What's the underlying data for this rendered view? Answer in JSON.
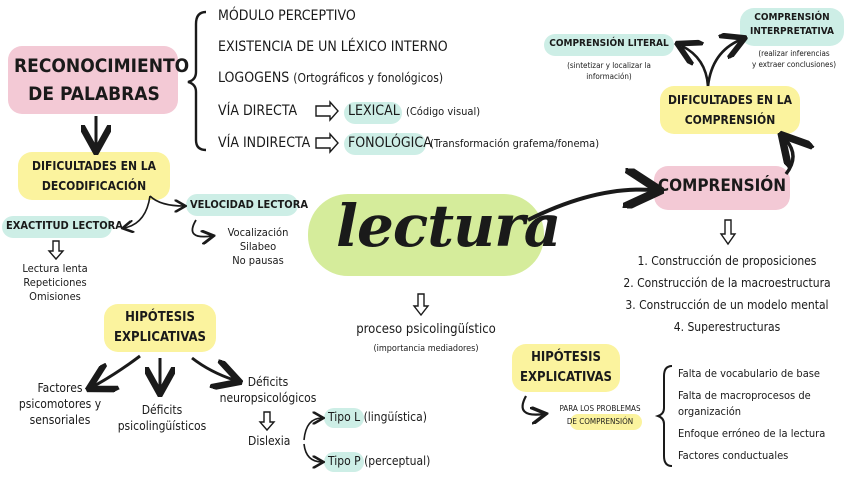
{
  "reconocimiento": {
    "title_line1": "RECONOCIMIENTO",
    "title_line2": "DE PALABRAS",
    "items": [
      "MÓDULO PERCEPTIVO",
      "EXISTENCIA DE UN LÉXICO INTERNO",
      "LOGOGENS"
    ],
    "logogens_note": "(Ortográficos y fonológicos)",
    "via_directa": {
      "label": "VÍA DIRECTA",
      "target": "LEXICAL",
      "note": "(Código visual)"
    },
    "via_indirecta": {
      "label": "VÍA INDIRECTA",
      "target": "FONOLÓGICA",
      "note": "(Transformación grafema/fonema)"
    }
  },
  "decodificacion": {
    "title_line1": "DIFICULTADES EN LA",
    "title_line2": "DECODIFICACIÓN",
    "exactitud": {
      "title": "EXACTITUD LECTORA",
      "items": [
        "Lectura lenta",
        "Repeticiones",
        "Omisiones"
      ]
    },
    "velocidad": {
      "title": "VELOCIDAD LECTORA",
      "items": [
        "Vocalización",
        "Silabeo",
        "No pausas"
      ]
    }
  },
  "hipotesis_left": {
    "title_line1": "HIPÓTESIS",
    "title_line2": "EXPLICATIVAS",
    "branch1": [
      "Factores",
      "psicomotores y",
      "sensoriales"
    ],
    "branch2": [
      "Déficits",
      "psicolingüísticos"
    ],
    "branch3": [
      "Déficits",
      "neuropsicológicos"
    ],
    "dislexia": "Dislexia",
    "tipo_l": {
      "label": "Tipo L",
      "note": "(lingüística)"
    },
    "tipo_p": {
      "label": "Tipo P",
      "note": "(perceptual)"
    }
  },
  "center": {
    "word": "lectura",
    "proceso": "proceso psicolingüístico",
    "proceso_note": "(importancia mediadores)"
  },
  "comprension": {
    "title": "COMPRENSIÓN",
    "list": [
      "1. Construcción de proposiciones",
      "2. Construcción de la macroestructura",
      "3. Construcción de un modelo mental",
      "4. Superestructuras"
    ],
    "dificultades_line1": "DIFICULTADES EN LA",
    "dificultades_line2": "COMPRENSIÓN",
    "literal": {
      "title": "COMPRENSIÓN LITERAL",
      "note_line1": "(sintetizar y localizar la",
      "note_line2": "información)"
    },
    "interpretativa": {
      "title_line1": "COMPRENSIÓN",
      "title_line2": "INTERPRETATIVA",
      "note_line1": "(realizar inferencias",
      "note_line2": "y extraer conclusiones)"
    }
  },
  "hipotesis_right": {
    "title_line1": "HIPÓTESIS",
    "title_line2": "EXPLICATIVAS",
    "sub_line1": "PARA LOS PROBLEMAS",
    "sub_prefix": "DE",
    "sub_highlight": "COMPRENSIÓN",
    "factors": [
      "Falta de vocabulario de base",
      "Falta de macroprocesos de",
      "organización",
      "Enfoque erróneo de la lectura",
      "Factores conductuales"
    ]
  },
  "colors": {
    "pink": "#f3c9d5",
    "yellow": "#fbf39e",
    "teal": "#cdeee6",
    "green": "#d5ec9b",
    "ink": "#1a1a1a"
  }
}
